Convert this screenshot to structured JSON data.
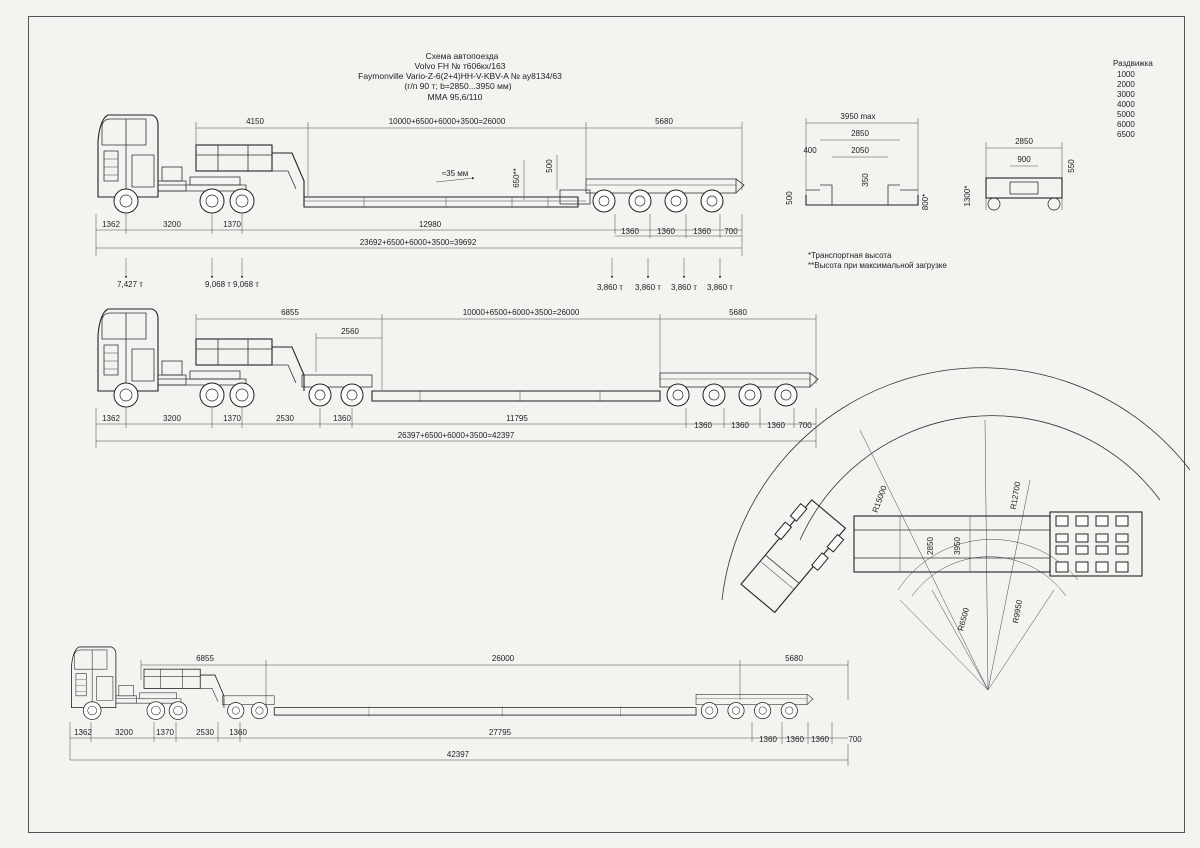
{
  "title": {
    "line1": "Схема автопоезда",
    "line2": "Volvo FH  № т606кх/163",
    "line3": "Faymonville Vario-Z-6(2+4)HH-V-KBV-A  № ау8134/63",
    "line4": "(г/п 90 т; b=2850...3950 мм)",
    "line5": "ММА 95,6/110"
  },
  "extension_table": {
    "header": "Раздвижка",
    "values": [
      "1000",
      "2000",
      "3000",
      "4000",
      "5000",
      "6000",
      "6500"
    ]
  },
  "notes": {
    "note1": "*Транспортная высота",
    "note2": "**Высота при максимальной загрузке"
  },
  "view1": {
    "dim_top_a": "4150",
    "dim_top_b": "10000+6500+6000+3500=26000",
    "dim_top_c": "5680",
    "dim_slope": "≈35 мм",
    "dim_height_a": "650**",
    "dim_height_b": "500",
    "dim_bottom": [
      "1362",
      "3200",
      "1370",
      "12980"
    ],
    "dim_rear": [
      "1360",
      "1360",
      "1360",
      "700"
    ],
    "total": "23692+6500+6000+3500=39692",
    "axle_loads": [
      "7,427 т",
      "9,068 т",
      "9,068 т",
      "3,860 т",
      "3,860 т",
      "3,860 т",
      "3,860 т"
    ]
  },
  "view2": {
    "dim_top_a": "6855",
    "dim_top_b": "2560",
    "dim_top_c": "10000+6500+6000+3500=26000",
    "dim_top_d": "5680",
    "dim_bottom": [
      "1362",
      "3200",
      "1370",
      "2530",
      "1360",
      "11795"
    ],
    "dim_rear": [
      "1360",
      "1360",
      "1360",
      "700"
    ],
    "total": "26397+6500+6000+3500=42397"
  },
  "view3": {
    "dim_top_a": "6855",
    "dim_top_b": "26000",
    "dim_top_c": "5680",
    "dim_bottom": [
      "1362",
      "3200",
      "1370",
      "2530",
      "1360",
      "27795"
    ],
    "dim_rear": [
      "1360",
      "1360",
      "1360",
      "700"
    ],
    "total": "42397"
  },
  "cross_section_a": {
    "width_max": "3950 max",
    "width_a": "2850",
    "width_b": "2050",
    "side": "400",
    "height_a": "350",
    "height_b": "800*",
    "height_c": "500"
  },
  "cross_section_b": {
    "width_a": "2850",
    "width_b": "900",
    "height_a": "550",
    "height_b": "1300*"
  },
  "turning": {
    "r1": "R15000",
    "r2": "R12700",
    "r3": "R6500",
    "r4": "R9950",
    "w1": "2850",
    "w2": "3950"
  }
}
